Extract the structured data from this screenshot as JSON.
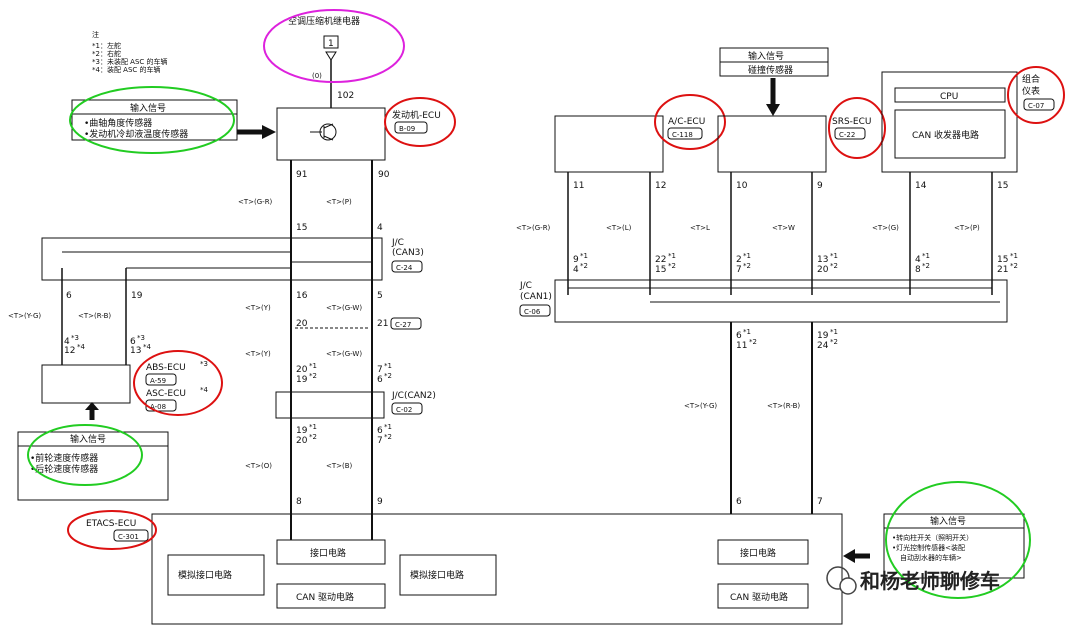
{
  "notes": {
    "title": "注",
    "items": [
      "*1：左舵",
      "*2：右舵",
      "*3：未装配 ASC 的车辆",
      "*4：装配 ASC 的车辆"
    ]
  },
  "compressor_relay": {
    "label": "空调压缩机继电器",
    "pin": "1",
    "wire": "(0)"
  },
  "engine_ecu": {
    "label": "发动机-ECU",
    "code": "B-09",
    "pin_top": "102",
    "pin_l": "91",
    "pin_r": "90"
  },
  "input_engine": {
    "title": "输入信号",
    "lines": [
      "•曲轴角度传感器",
      "•发动机冷却液温度传感器"
    ]
  },
  "input_abs": {
    "title": "输入信号",
    "lines": [
      "•前轮速度传感器",
      "•后轮速度传感器"
    ]
  },
  "input_crash": {
    "title": "输入信号",
    "line": "碰撞传感器"
  },
  "input_etacs": {
    "title": "输入信号",
    "lines": [
      "•转向柱开关（照明开关）",
      "•灯光控制传感器<装配",
      "自动刮水器的车辆>"
    ]
  },
  "jc_can3": {
    "l1": "J/C",
    "l2": "(CAN3)",
    "code": "C-24"
  },
  "jc_can2": {
    "label": "J/C(CAN2)",
    "code": "C-02"
  },
  "jc_can1": {
    "l1": "J/C",
    "l2": "(CAN1)",
    "code": "C-06"
  },
  "conn_c27": {
    "code": "C-27"
  },
  "abs_ecu": {
    "l1": "ABS-ECU",
    "s1": "*3",
    "c1": "A-59",
    "l2": "ASC-ECU",
    "s2": "*4",
    "c2": "A-08"
  },
  "etacs_ecu": {
    "label": "ETACS-ECU",
    "code": "C-301"
  },
  "ac_ecu": {
    "label": "A/C-ECU",
    "code": "C-118",
    "pin_l": "11",
    "pin_r": "12"
  },
  "srs_ecu": {
    "label": "SRS-ECU",
    "code": "C-22",
    "pin_l": "10",
    "pin_r": "9"
  },
  "meter": {
    "l1": "组合",
    "l2": "仪表",
    "code": "C-07",
    "cpu": "CPU",
    "can": "CAN 收发器电路",
    "pin_l": "14",
    "pin_r": "15"
  },
  "circuits": {
    "iface": "接口电路",
    "analog": "模拟接口电路",
    "can_drv": "CAN 驱动电路"
  },
  "wires": {
    "t_gr": "<T>(G-R)",
    "t_p": "<T>(P)",
    "t_y": "<T>(Y)",
    "t_gw": "<T>(G-W)",
    "t_o": "<T>(O)",
    "t_b": "<T>(B)",
    "t_yg": "<T>(Y-G)",
    "t_rb": "<T>(R-B)",
    "t_l": "<T>(L)",
    "t_l2": "<T>L",
    "t_w": "<T>W",
    "t_g": "<T>(G)"
  },
  "pins": {
    "p15": "15",
    "p4": "4",
    "p16": "16",
    "p5": "5",
    "p20": "20",
    "p21": "21",
    "p6": "6",
    "p19": "19",
    "p8": "8",
    "p9": "9",
    "abs_l1": "4",
    "abs_l1s": "*3",
    "abs_l2": "12",
    "abs_l2s": "*4",
    "abs_r1": "6",
    "abs_r1s": "*3",
    "abs_r2": "13",
    "abs_r2s": "*4",
    "can2_top_l1": "20",
    "can2_top_l2": "19",
    "can2_top_r1": "7",
    "can2_top_r2": "6",
    "can2_bot_l1": "19",
    "can2_bot_l2": "20",
    "can2_bot_r1": "6",
    "can2_bot_r2": "7",
    "c1_a1": "9",
    "c1_a2": "4",
    "c1_b1": "22",
    "c1_b2": "15",
    "c1_c1": "2",
    "c1_c2": "7",
    "c1_d1": "13",
    "c1_d2": "20",
    "c1_e1": "4",
    "c1_e2": "8",
    "c1_f1": "15",
    "c1_f2": "21",
    "c1_bot_l1": "6",
    "c1_bot_l2": "11",
    "c1_bot_r1": "19",
    "c1_bot_r2": "24",
    "et_l": "6",
    "et_r": "7",
    "s1": "*1",
    "s2": "*2"
  },
  "watermark": "和杨老师聊修车",
  "colors": {
    "green": "#22cc22",
    "red": "#dd1111",
    "magenta": "#dd22dd"
  }
}
